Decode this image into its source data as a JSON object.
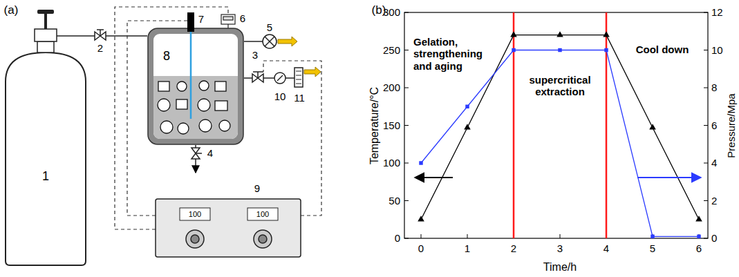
{
  "diagram": {
    "nodes": [
      {
        "text": [
          "1"
        ]
      },
      {
        "text": [
          "8"
        ]
      }
    ],
    "edges": [
      {
        "from": 0,
        "to": 1,
        "arrow": "none"
      }
    ],
    "labels": [
      "(a)",
      "2",
      "3",
      "4",
      "5",
      "6",
      "7",
      "9",
      "10",
      "11",
      "100",
      "100",
      "(b)",
      "0",
      "50",
      "100",
      "150",
      "200",
      "250",
      "300",
      "0",
      "2",
      "4",
      "6",
      "8",
      "10",
      "12",
      "0",
      "1",
      "2",
      "3",
      "4",
      "5",
      "6",
      "Temperature/°C",
      "Pressure/Mpa",
      "Time/h",
      "Gelation, strengthening and aging",
      "supercritical extraction",
      "Cool down"
    ]
  }
}
